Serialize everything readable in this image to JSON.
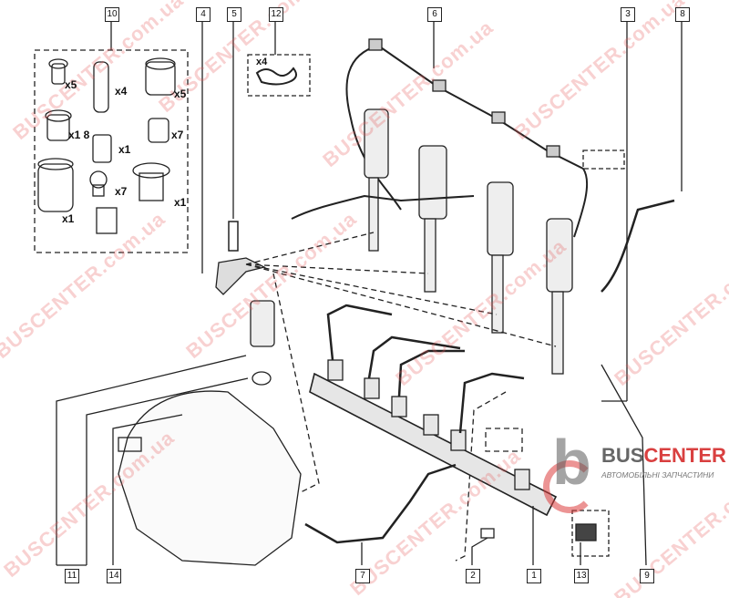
{
  "watermark": "BUSCENTER.com.ua",
  "logo": {
    "brand_part1": "BUS",
    "brand_part2": "CENTER",
    "tagline": "АВТОМОБІЛЬНІ ЗАПЧАСТИНИ"
  },
  "callouts_top": [
    "10",
    "4",
    "5",
    "12",
    "6",
    "3",
    "8"
  ],
  "callouts_bottom": [
    "11",
    "14",
    "7",
    "2",
    "1",
    "13",
    "9"
  ],
  "kit_quantities": [
    "x5",
    "x4",
    "x5",
    "x1 8",
    "x1",
    "x7",
    "x1",
    "x7",
    "x1"
  ],
  "seal_quantity": "x4",
  "colors": {
    "line": "#222222",
    "watermark": "#e65a5a",
    "brand_red": "#d94040"
  }
}
